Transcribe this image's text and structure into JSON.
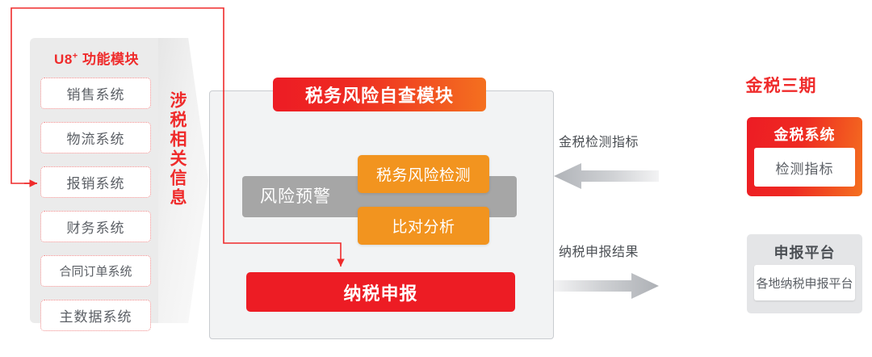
{
  "left_panel": {
    "title_main": "U8",
    "title_sup": "+",
    "title_rest": " 功能模块",
    "modules": [
      {
        "label": "销售系统"
      },
      {
        "label": "物流系统"
      },
      {
        "label": "报销系统"
      },
      {
        "label": "财务系统"
      },
      {
        "label": "合同订单系统"
      },
      {
        "label": "主数据系统"
      }
    ]
  },
  "chevron": {
    "label": "涉税相关信息"
  },
  "center": {
    "title": "税务风险自查模块",
    "risk_warning": "风险预警",
    "sub_boxes": [
      {
        "label": "税务风险检测"
      },
      {
        "label": "比对分析"
      }
    ],
    "declare": "纳税申报"
  },
  "right": {
    "title": "金税三期",
    "jinshui_card": {
      "title": "金税系统",
      "inner": "检测指标"
    },
    "platform_card": {
      "title": "申报平台",
      "inner": "各地纳税申报平台"
    },
    "flows": [
      {
        "label": "金税检测指标",
        "direction": "left"
      },
      {
        "label": "纳税申报结果",
        "direction": "right"
      }
    ]
  },
  "colors": {
    "brand_red": "#ed1c24",
    "brand_orange": "#f4701f",
    "accent_orange": "#f2941f",
    "gray_bar": "#a6a6a6",
    "panel_gray": "#ebebeb",
    "text_gray": "#5c6066"
  }
}
